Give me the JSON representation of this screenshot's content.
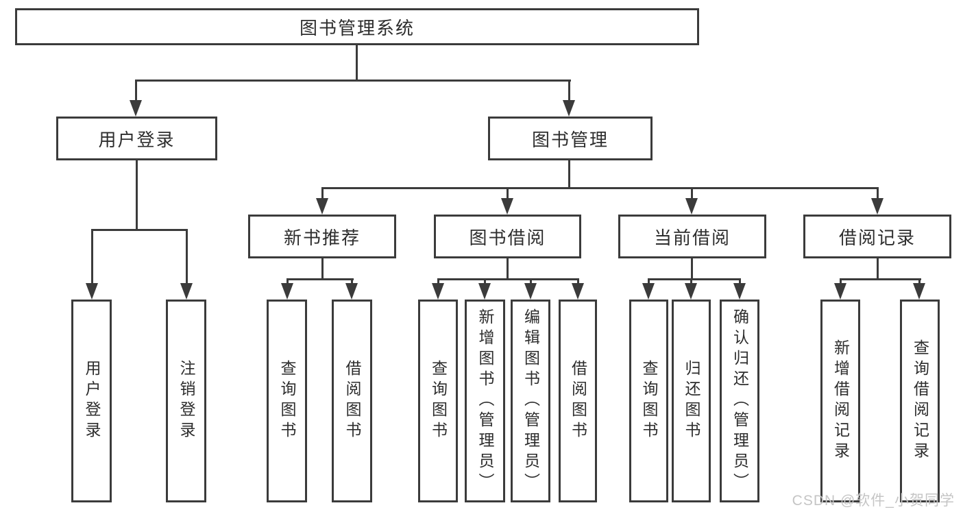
{
  "tree": {
    "title": "图书管理系统",
    "children": [
      {
        "label": "用户登录",
        "children": [
          {
            "label": "用户登录"
          },
          {
            "label": "注销登录"
          }
        ]
      },
      {
        "label": "图书管理",
        "children": [
          {
            "label": "新书推荐",
            "children": [
              {
                "label": "查询图书"
              },
              {
                "label": "借阅图书"
              }
            ]
          },
          {
            "label": "图书借阅",
            "children": [
              {
                "label": "查询图书"
              },
              {
                "label": "新增图书（管理员）"
              },
              {
                "label": "编辑图书（管理员）"
              },
              {
                "label": "借阅图书"
              }
            ]
          },
          {
            "label": "当前借阅",
            "children": [
              {
                "label": "查询图书"
              },
              {
                "label": "归还图书"
              },
              {
                "label": "确认归还（管理员）"
              }
            ]
          },
          {
            "label": "借阅记录",
            "children": [
              {
                "label": "新增借阅记录"
              },
              {
                "label": "查询借阅记录"
              }
            ]
          }
        ]
      }
    ]
  },
  "watermark": "CSDN @软件_小贺同学",
  "colors": {
    "line": "#3b3b3b",
    "text": "#2d2d2d",
    "watermark": "#c5c5c5",
    "background": "#ffffff"
  }
}
